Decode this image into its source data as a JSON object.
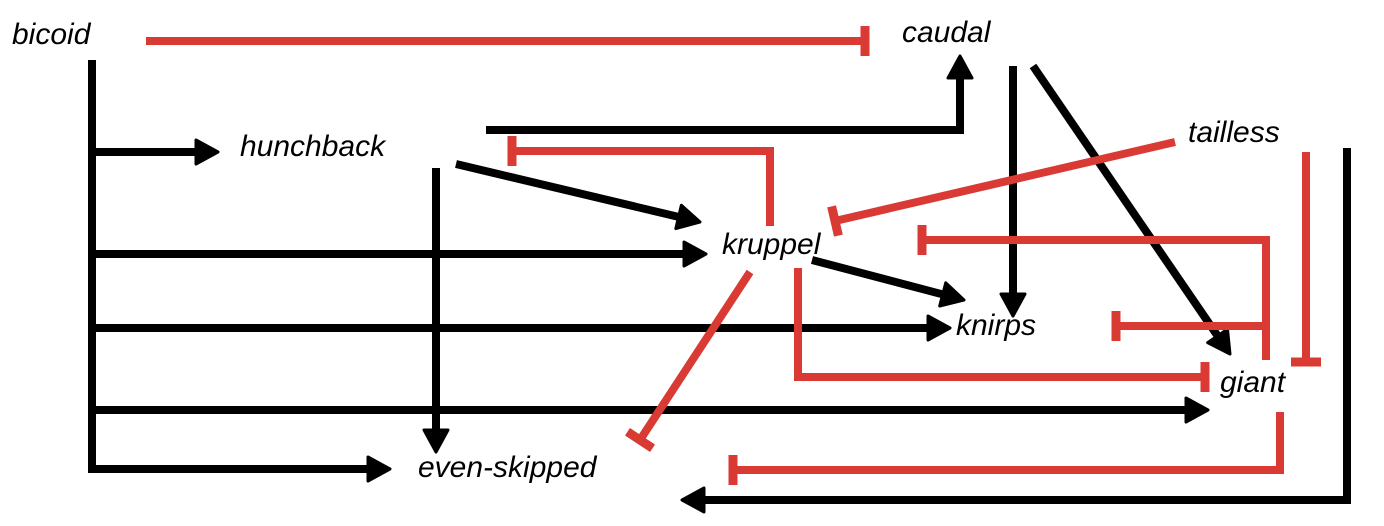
{
  "title": "",
  "colors": {
    "activation": "#000000",
    "repression": "#d93a33",
    "text": "#000000"
  },
  "genes": {
    "bicoid": "bicoid",
    "caudal": "caudal",
    "hunchback": "hunchback",
    "tailless": "tailless",
    "kruppel": "kruppel",
    "knirps": "knirps",
    "giant": "giant",
    "even_skipped": "even-skipped"
  },
  "edges": [
    {
      "from": "bicoid",
      "to": "caudal",
      "type": "repression"
    },
    {
      "from": "bicoid",
      "to": "hunchback",
      "type": "activation"
    },
    {
      "from": "bicoid",
      "to": "kruppel",
      "type": "activation"
    },
    {
      "from": "bicoid",
      "to": "knirps",
      "type": "activation"
    },
    {
      "from": "bicoid",
      "to": "giant",
      "type": "activation"
    },
    {
      "from": "bicoid",
      "to": "even-skipped",
      "type": "activation"
    },
    {
      "from": "hunchback",
      "to": "caudal",
      "type": "activation"
    },
    {
      "from": "hunchback",
      "to": "kruppel",
      "type": "activation"
    },
    {
      "from": "hunchback",
      "to": "even-skipped",
      "type": "activation"
    },
    {
      "from": "kruppel",
      "to": "hunchback",
      "type": "repression"
    },
    {
      "from": "kruppel",
      "to": "knirps",
      "type": "activation"
    },
    {
      "from": "kruppel",
      "to": "giant",
      "type": "repression"
    },
    {
      "from": "kruppel",
      "to": "even-skipped",
      "type": "repression"
    },
    {
      "from": "caudal",
      "to": "knirps",
      "type": "activation"
    },
    {
      "from": "caudal",
      "to": "giant",
      "type": "activation"
    },
    {
      "from": "tailless",
      "to": "kruppel",
      "type": "repression"
    },
    {
      "from": "tailless",
      "to": "giant",
      "type": "repression"
    },
    {
      "from": "tailless",
      "to": "even-skipped",
      "type": "activation"
    },
    {
      "from": "giant",
      "to": "kruppel",
      "type": "repression"
    },
    {
      "from": "giant",
      "to": "knirps",
      "type": "repression"
    },
    {
      "from": "giant",
      "to": "even-skipped",
      "type": "repression"
    }
  ]
}
